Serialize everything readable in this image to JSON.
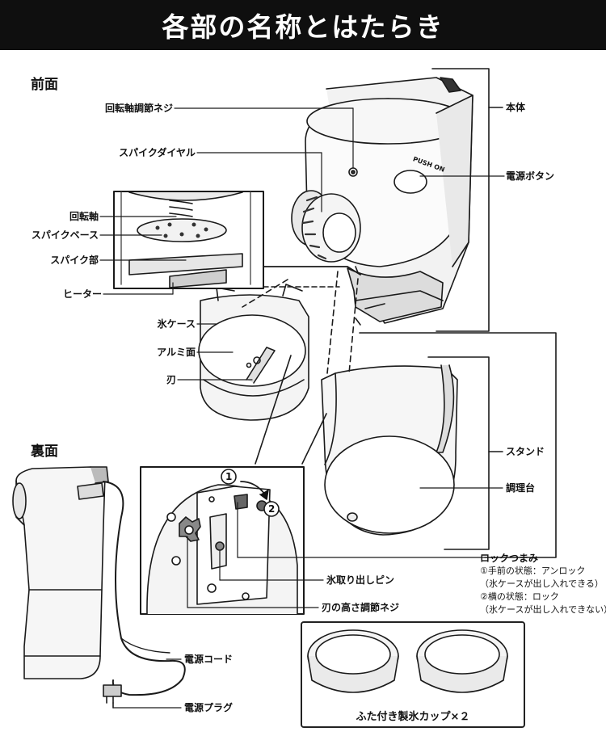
{
  "title": "各部の名称とはたらき",
  "sections": {
    "front": "前面",
    "back": "裏面"
  },
  "labels": {
    "rotation_adjust_screw": "回転軸調節ネジ",
    "spike_dial": "スパイクダイヤル",
    "rotation_shaft": "回転軸",
    "spike_base": "スパイクベース",
    "spike_part": "スパイク部",
    "heater": "ヒーター",
    "ice_case": "氷ケース",
    "aluminum_surface": "アルミ面",
    "blade": "刃",
    "main_body": "本体",
    "power_button": "電源ボタン",
    "stand": "スタンド",
    "prep_table": "調理台",
    "lock_knob": "ロックつまみ",
    "ice_removal_pin": "氷取り出しピン",
    "blade_height_screw": "刃の高さ調節ネジ",
    "power_cord": "電源コード",
    "power_plug": "電源プラグ",
    "cups": "ふた付き製氷カップ×２",
    "push_on": "PUSH ON",
    "marker_1": "1",
    "marker_2": "2"
  },
  "lock_notes": [
    "①手前の状態：アンロック",
    "（氷ケースが出し入れできる）",
    "②横の状態：ロック",
    "（氷ケースが出し入れできない）"
  ]
}
